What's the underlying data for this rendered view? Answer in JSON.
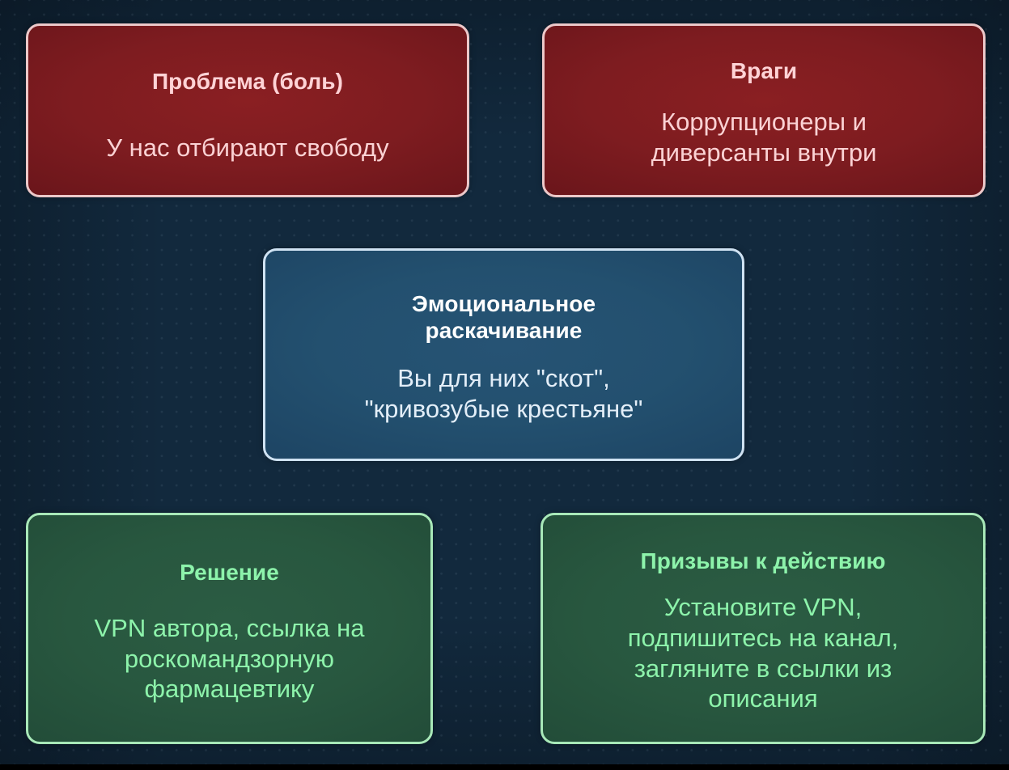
{
  "background": {
    "base_color": "#1d496a",
    "edge_color": "#0a1824",
    "dot_color": "#bed7eb",
    "bottom_strip_color": "#000000"
  },
  "cards": [
    {
      "id": "problem",
      "role": "problem-pain",
      "variant": "red",
      "title": "Проблема (боль)",
      "body": "У нас отбирают свободу",
      "border_color": "#ecc8c9",
      "fill_color": "#7e1c20",
      "title_color": "#ffd3d6",
      "body_color": "#fbd2d4"
    },
    {
      "id": "enemies",
      "role": "enemies",
      "variant": "red",
      "title": "Враги",
      "body": "Коррупционеры и\nдиверсанты внутри",
      "border_color": "#ecc8c9",
      "fill_color": "#7e1c20",
      "title_color": "#ffd3d6",
      "body_color": "#fbd2d4"
    },
    {
      "id": "emotional",
      "role": "emotional-swing",
      "variant": "blue",
      "title": "Эмоциональное\nраскачивание",
      "body": "Вы для них \"скот\",\n\"кривозубые крестьяне\"",
      "border_color": "#cfe2f2",
      "fill_color": "#23506f",
      "title_color": "#ffffff",
      "body_color": "#e3eef8"
    },
    {
      "id": "solution",
      "role": "solution",
      "variant": "green",
      "title": "Решение",
      "body": "VPN автора, ссылка на\nроскомандзорную\nфармацевтику",
      "border_color": "#a8e8b8",
      "fill_color": "#28573f",
      "title_color": "#8df3ab",
      "body_color": "#8df3ab"
    },
    {
      "id": "cta",
      "role": "calls-to-action",
      "variant": "green",
      "title": "Призывы к действию",
      "body": "Установите VPN,\nподпишитесь на канал,\nзагляните в ссылки из\nописания",
      "border_color": "#a8e8b8",
      "fill_color": "#28573f",
      "title_color": "#8df3ab",
      "body_color": "#8df3ab"
    }
  ]
}
